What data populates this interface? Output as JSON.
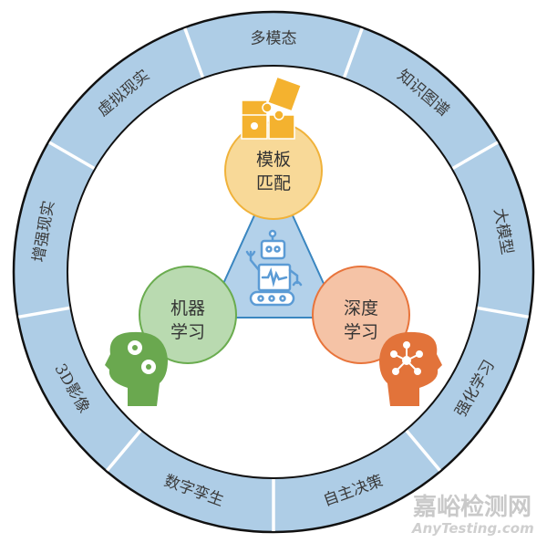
{
  "ring": {
    "segments": [
      "多模态",
      "知识图谱",
      "大模型",
      "强化学习",
      "自主决策",
      "数字孪生",
      "3D影像",
      "增强现实",
      "虚拟现实"
    ],
    "fill": "#aecde6",
    "divider": "#ffffff",
    "outline": "#111111"
  },
  "center": {
    "triangle_fill": "#b3d1ea",
    "triangle_stroke": "#3a86c0",
    "nodes": {
      "template": {
        "line1": "模板",
        "line2": "匹配",
        "fill": "#f8d998",
        "stroke": "#f0b23a"
      },
      "ml": {
        "line1": "机器",
        "line2": "学习",
        "fill": "#b9dab0",
        "stroke": "#6aac4f"
      },
      "dl": {
        "line1": "深度",
        "line2": "学习",
        "fill": "#f5c3a6",
        "stroke": "#e8743b"
      }
    }
  },
  "icons": {
    "puzzle": {
      "name": "puzzle-icon",
      "color": "#f4b22f"
    },
    "robot": {
      "name": "robot-icon",
      "color": "#5b9bd5"
    },
    "gear_head": {
      "name": "gear-head-icon",
      "color": "#6aa84f"
    },
    "network_head": {
      "name": "network-head-icon",
      "color": "#e2733a"
    }
  },
  "watermark": {
    "cn": "嘉峪检测网",
    "en": "AnyTesting.com"
  }
}
